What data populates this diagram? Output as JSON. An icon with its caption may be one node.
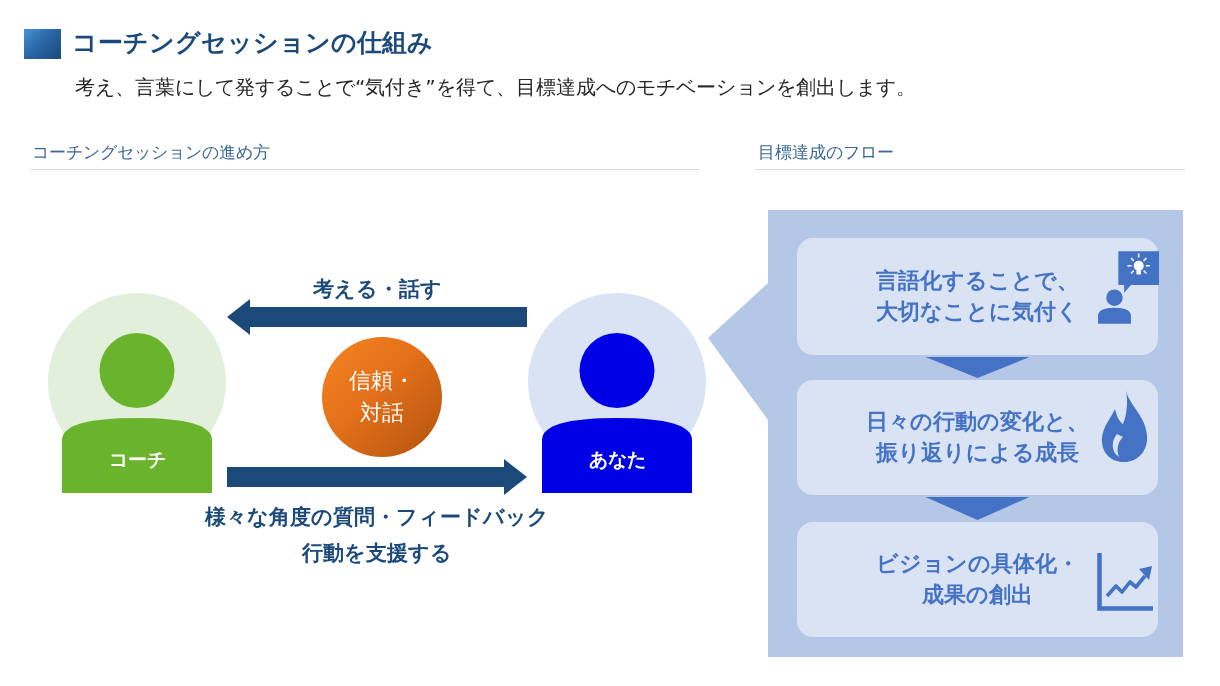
{
  "diagram": {
    "title": "コーチングセッションの仕組み",
    "nodes": [
      {
        "text": [
          "コーチ"
        ]
      },
      {
        "text": [
          "信頼・対話"
        ]
      },
      {
        "text": [
          "あなた"
        ]
      },
      {
        "text": [],
        "shape": "callout"
      },
      {
        "text": [
          "言語化することで、大切なことに気付く"
        ],
        "in": 3
      },
      {
        "text": [
          "日々の行動の変化と、振り返りによる成長"
        ],
        "in": 3
      },
      {
        "text": [
          "ビジョンの具体化・成果の創出"
        ],
        "in": 3
      }
    ],
    "edges": [
      {
        "from": 2,
        "to": 0,
        "arrow": "to",
        "label": "考える・話す",
        "style": "thick"
      },
      {
        "from": 0,
        "to": 2,
        "arrow": "to",
        "label": "様々な角度の質問・フィードバック",
        "style": "thick"
      },
      {
        "from": 4,
        "to": 5,
        "arrow": "to",
        "color": "#4472c4"
      },
      {
        "from": 5,
        "to": 6,
        "arrow": "to",
        "color": "#4472c4"
      }
    ],
    "labels": [
      "考え、言葉にして発することで“気付き”を得て、目標達成へのモチベーションを創出します。",
      "コーチングセッションの進め方",
      "目標達成のフロー",
      "行動を支援する"
    ]
  }
}
